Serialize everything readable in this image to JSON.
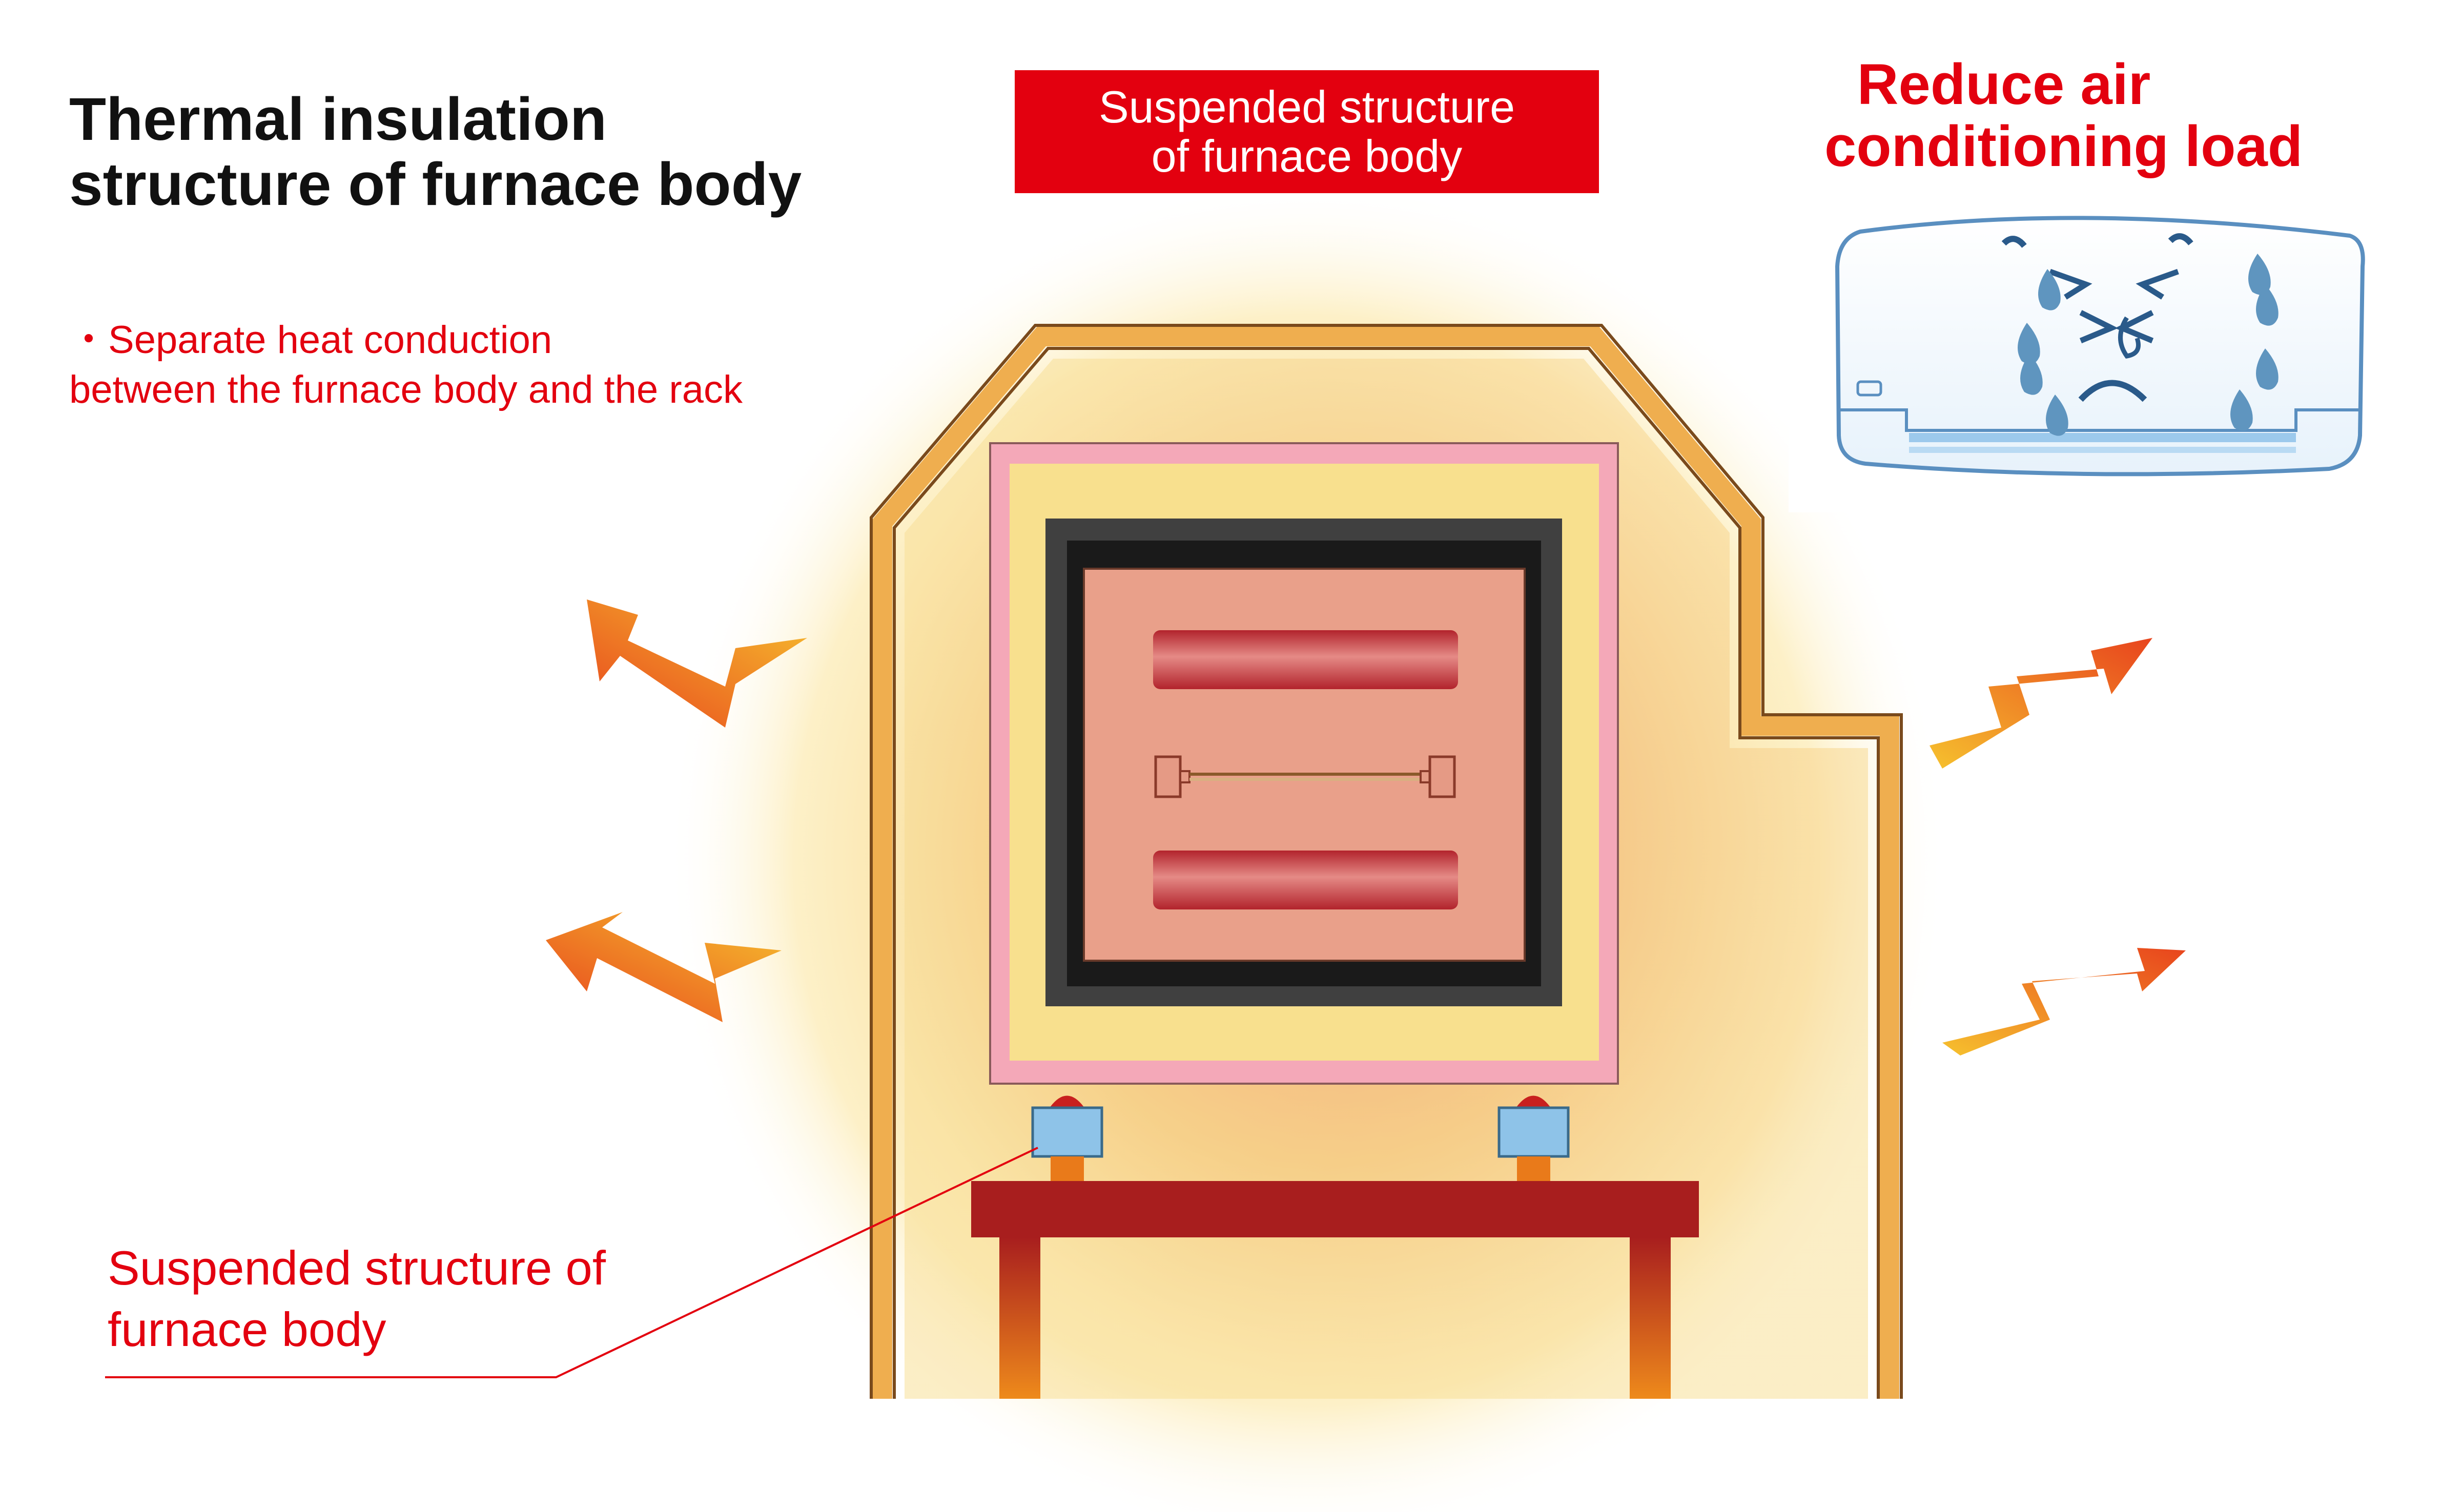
{
  "title": {
    "line1": "Thermal insulation",
    "line2": "structure of furnace body"
  },
  "note": {
    "line1": "・Separate heat conduction",
    "line2": "between the furnace body and the rack"
  },
  "banner": {
    "line1": "Suspended structure",
    "line2": "of furnace body"
  },
  "ac_label": {
    "line1": "Reduce air",
    "line2": "conditioning load"
  },
  "callout": {
    "line1": "Suspended structure of",
    "line2": "furnace body"
  },
  "icons": [
    "heat-arrow-icon",
    "air-conditioner-icon",
    "water-drop-icon",
    "sad-face-icon"
  ],
  "colors": {
    "accent_red": "#e3000f",
    "heat_glow": "#f7c64c",
    "furnace_shell": "#efae4f",
    "heater_rod": "#c8313a",
    "support_block": "#8ec3e8",
    "rack": "#a81e1e"
  }
}
